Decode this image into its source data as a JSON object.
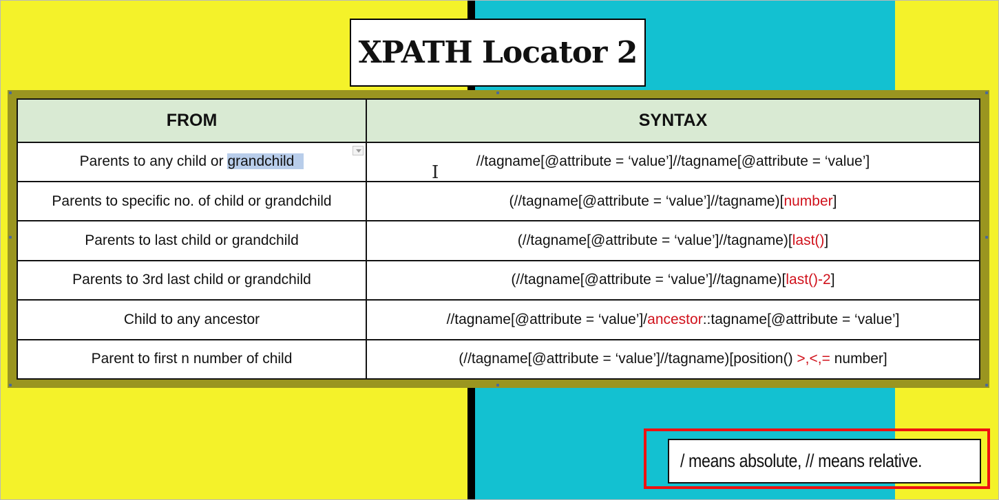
{
  "title": "XPATH Locator 2",
  "colors": {
    "background_yellow": "#f4f22a",
    "background_cyan": "#13c1d1",
    "header_fill": "#d9ead3",
    "accent_red": "#d0111b",
    "table_frame": "#9a9520"
  },
  "table": {
    "headers": {
      "from": "FROM",
      "syntax": "SYNTAX"
    },
    "rows": [
      {
        "from_pre": "Parents to any child or ",
        "from_selected": "grandchild",
        "syntax": "//tagname[@attribute = ‘value’]//tagname[@attribute = ‘value’]"
      },
      {
        "from": "Parents to specific no. of child or grandchild",
        "syntax_pre": "(//tagname[@attribute = ‘value’]//tagname)[",
        "syntax_red": "number",
        "syntax_post": "]"
      },
      {
        "from": "Parents to last child or grandchild",
        "syntax_pre": "(//tagname[@attribute = ‘value’]//tagname)[",
        "syntax_red": "last()",
        "syntax_post": "]"
      },
      {
        "from": "Parents to 3rd last child or grandchild",
        "syntax_pre": "(//tagname[@attribute = ‘value’]//tagname)[",
        "syntax_red": "last()-2",
        "syntax_post": "]"
      },
      {
        "from": "Child to any ancestor",
        "syntax_pre": "//tagname[@attribute = ‘value’]/",
        "syntax_red": "ancestor",
        "syntax_post": "::tagname[@attribute = ‘value’]"
      },
      {
        "from": "Parent to first n number of child",
        "syntax_pre": "(//tagname[@attribute = ‘value’]//tagname)[position() ",
        "syntax_red": ">,<,=",
        "syntax_post": " number]"
      }
    ]
  },
  "note": "/ means absolute, // means relative.",
  "icons": {
    "cell_menu": "dropdown-arrow-icon",
    "cursor": "text-cursor-icon"
  }
}
